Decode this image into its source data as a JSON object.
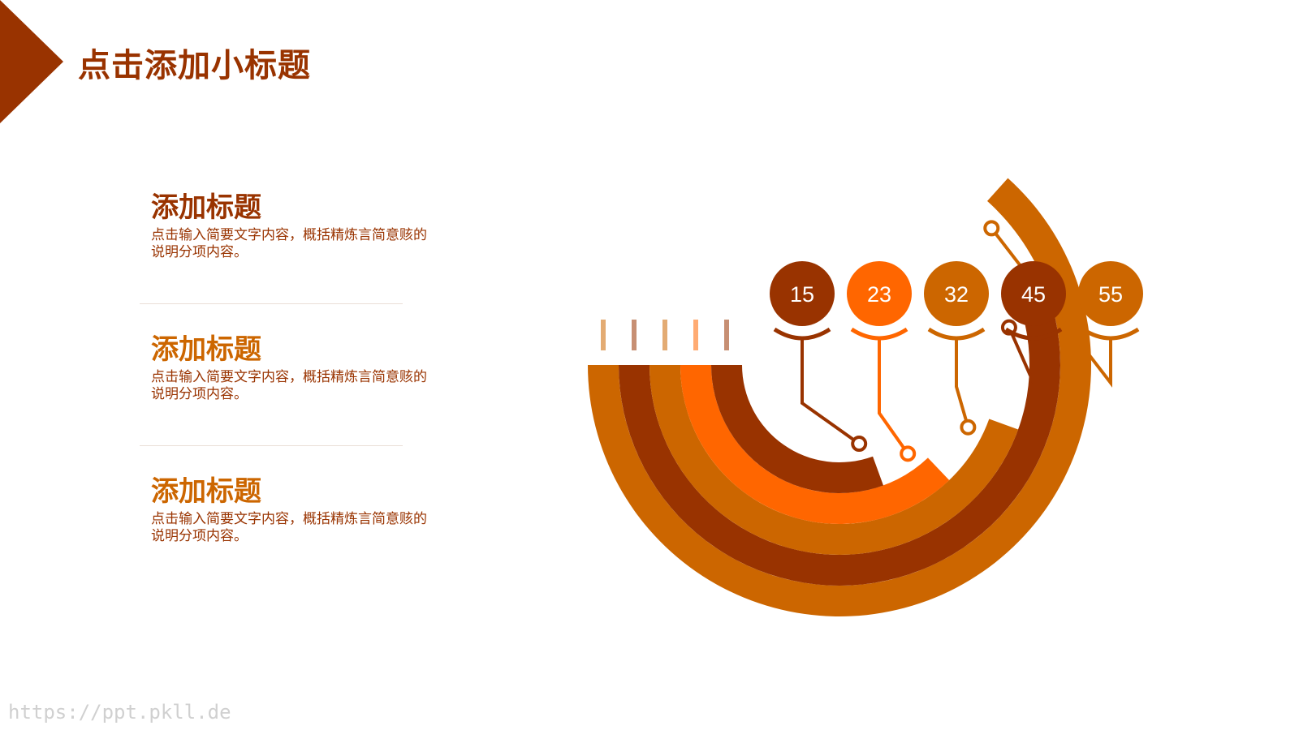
{
  "slide": {
    "title": "点击添加小标题"
  },
  "sections": [
    {
      "heading": "添加标题",
      "body": "点击输入简要文字内容，概括精炼言简意赅的说明分项内容。",
      "color": "#993300"
    },
    {
      "heading": "添加标题",
      "body": "点击输入简要文字内容，概括精炼言简意赅的说明分项内容。",
      "color": "#cc6600"
    },
    {
      "heading": "添加标题",
      "body": "点击输入简要文字内容，概括精炼言简意赅的说明分项内容。",
      "color": "#cc6600"
    }
  ],
  "chart_data": {
    "type": "bar",
    "subtype": "radial-semicircle",
    "values": [
      15,
      23,
      32,
      45,
      55
    ],
    "colors": [
      "#993300",
      "#ff6600",
      "#cc6600",
      "#993300",
      "#cc6600"
    ]
  },
  "watermark": "https://ppt.pkll.de",
  "colors": {
    "accent_dark": "#993300",
    "accent_orange": "#ff6600",
    "accent_mid": "#cc6600"
  }
}
